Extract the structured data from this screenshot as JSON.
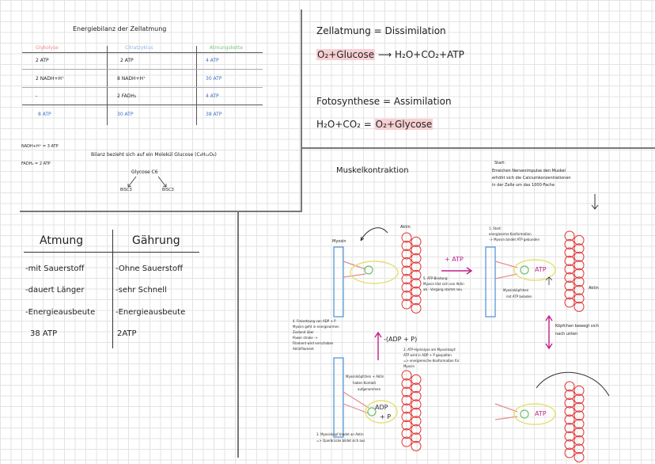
{
  "energiebilanz": {
    "title": "Energiebilanz der Zellatmung",
    "headers": [
      "Glykolyse",
      "Citratzyklus",
      "Atmungskette"
    ],
    "header_colors": [
      "#f08a8a",
      "#8fb4e6",
      "#7cc47c"
    ],
    "rows": [
      [
        "2 ATP",
        "2 ATP",
        "4 ATP"
      ],
      [
        "2 NADH+H⁺",
        "8 NADH+H⁺",
        "30 ATP"
      ],
      [
        "-",
        "2 FADH₂",
        "4 ATP"
      ],
      [
        "8 ATP",
        "30 ATP",
        "38 ATP"
      ]
    ],
    "notes": [
      "NADH+H⁺ = 3 ATP",
      "FADH₂ = 2 ATP"
    ],
    "bilanz": "Bilanz bezieht sich auf ein Molekül Glucose (C₆H₁₂O₆)",
    "glycose": "Glycose C6",
    "bisc1": "BISC3",
    "bisc2": "BISC3"
  },
  "zellatmung": {
    "title": "Zellatmung = Dissimilation",
    "eq_left": "O₂+Glucose",
    "eq_right": "H₂O+CO₂+ATP",
    "arrow": "⟶"
  },
  "fotosynthese": {
    "title": "Fotosynthese = Assimilation",
    "eq_left": "H₂O+CO₂ =",
    "eq_right": "O₂+Glycose"
  },
  "vergleich": {
    "head_left": "Atmung",
    "head_right": "Gährung",
    "left": [
      "-mit Sauerstoff",
      "-dauert Länger",
      "-Energieausbeute",
      "38 ATP"
    ],
    "right": [
      "-Ohne Sauerstoff",
      "-sehr Schnell",
      "-Energieausbeute",
      "2ATP"
    ]
  },
  "muskel": {
    "title": "Muskelkontraktion",
    "start_title": "Start:",
    "start_text": [
      "Erreichen Nervenimpulse den Muskel",
      "erhöht sich die Calciumkonzentrationen",
      "in der Zelle um das 1000-Fache"
    ],
    "myosin_label": "Myosin",
    "aktin_label": "Aktin",
    "plus_atp": "+ ATP",
    "adp_p": "-(ADP + P)",
    "atp": "ATP",
    "adp": "ADP",
    "plus_p": "+ P",
    "step1": [
      "1. Start:",
      "energiearme Konformation",
      "-> Myosin bindet ATP gebunden"
    ],
    "step5": [
      "5. ATP-Bindung:",
      "Myosin löst sich von Aktin",
      "ab - Vorgang startet neu"
    ],
    "myosinkopf_atp": [
      "Myosinköpfchen",
      "mit ATP beladen"
    ],
    "aktin_right": "Aktin",
    "koepfchen": [
      "Köpfchen bewegt sich",
      "nach unten"
    ],
    "step4": [
      "4. Freisetzung von ADP + P",
      "Myosin geht in energiearmen",
      "Zustand über",
      "Power stroke ->",
      "Filament wird verschoben",
      "Aktinfilament"
    ],
    "step2": [
      "2. ATP-Hydrolyse am Myosinkopf:",
      "ATP wird in ADP + P gespalten",
      "=> energiereiche Konformation für",
      "Myosin"
    ],
    "mk_aktin": [
      "Myosinköpfchen + Aktin",
      "haben Kontakt",
      "aufgenommen"
    ],
    "step3": [
      "3. Myosinkopf bindet an Aktin",
      "=> Querbrücke bildet sich aus"
    ]
  }
}
